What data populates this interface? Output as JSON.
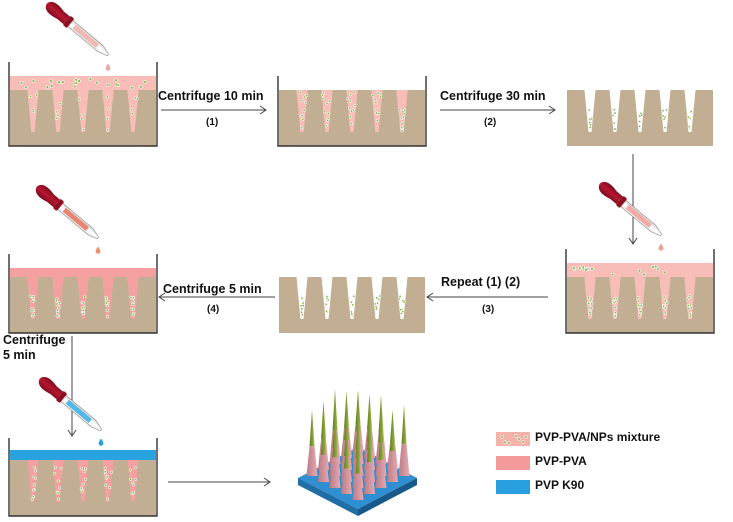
{
  "steps": {
    "s1_label": "Centrifuge 10 min",
    "s1_num": "(1)",
    "s2_label": "Centrifuge 30 min",
    "s2_num": "(2)",
    "s3_label": "Repeat (1) (2)",
    "s3_num": "(3)",
    "s4_label": "Centrifuge 5 min",
    "s4_num": "(4)",
    "s5_line1": "Centrifuge",
    "s5_line2": "5 min"
  },
  "legend": [
    {
      "label": "PVP-PVA/NPs mixture",
      "color": "#f4b2ab",
      "dots": true
    },
    {
      "label": "PVP-PVA",
      "color": "#f49a9a",
      "dots": false
    },
    {
      "label": "PVP K90",
      "color": "#2a9fe0",
      "dots": false
    }
  ],
  "colors": {
    "mold": "#c2ae92",
    "mixture": "#f7bdb6",
    "pvp_pva": "#f4a0a0",
    "pvp_k90": "#29a3e0",
    "np_dot": "#7db34a",
    "dropper_red": "#a3132a"
  }
}
